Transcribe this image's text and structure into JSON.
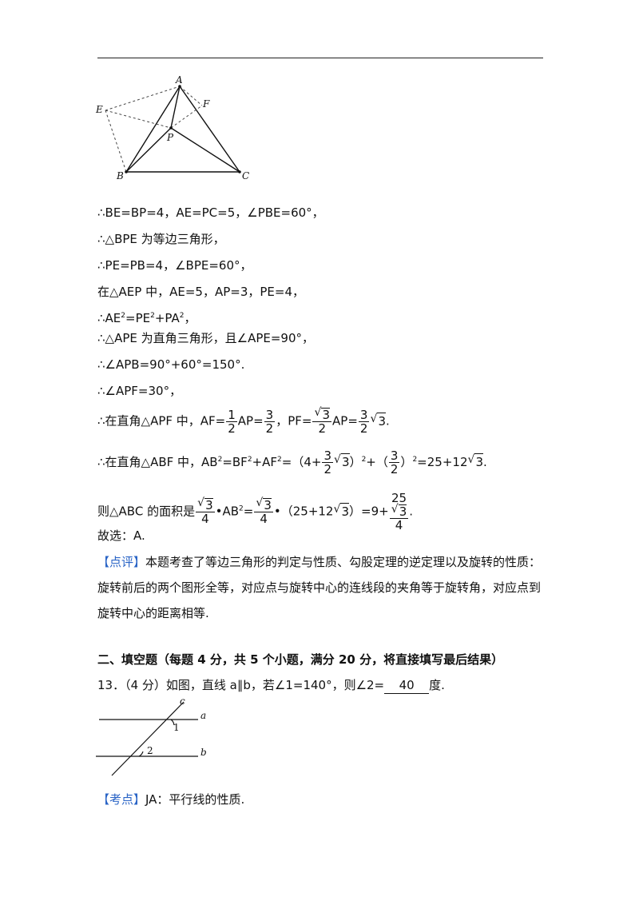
{
  "fig1": {
    "labels": {
      "A": "A",
      "E": "E",
      "F": "F",
      "P": "P",
      "B": "B",
      "C": "C"
    }
  },
  "lines": {
    "l1": "∴BE=BP=4，AE=PC=5，∠PBE=60°，",
    "l2": "∴△BPE 为等边三角形，",
    "l3": "∴PE=PB=4，∠BPE=60°，",
    "l4": "在△AEP 中，AE=5，AP=3，PE=4，",
    "l5a": "∴AE",
    "l5b": "=PE",
    "l5c": "+PA",
    "l5d": "，",
    "sup2": "2",
    "l6": "∴△APE 为直角三角形，且∠APE=90°，",
    "l7": "∴∠APB=90°+60°=150°.",
    "l8": "∴∠APF=30°，",
    "l9a": "∴在直角△APF 中，AF=",
    "l9b": "AP=",
    "l9c": "，PF=",
    "l9d": "AP=",
    "l9e": ".",
    "l10a": "∴在直角△ABF 中，AB",
    "l10b": "=BF",
    "l10c": "+AF",
    "l10d": "=（4+",
    "l10e": "）",
    "l10f": "+（",
    "l10g": "）",
    "l10h": "=25+12",
    "l10i": ".",
    "l11a": "则△ABC 的面积是",
    "l11b": "•AB",
    "l11c": "=",
    "l11d": "•（25+12",
    "l11e": "）=9+",
    "l11f": ".",
    "l12": "故选：A.",
    "one": "1",
    "two": "2",
    "three": "3",
    "four": "4",
    "twentyfive": "25"
  },
  "review": {
    "tag": "【点评】",
    "text": "本题考查了等边三角形的判定与性质、勾股定理的逆定理以及旋转的性质：旋转前后的两个图形全等，对应点与旋转中心的连线段的夹角等于旋转角，对应点到旋转中心的距离相等."
  },
  "section2": {
    "title": "二、填空题（每题 4 分，共 5 个小题，满分 20 分，将直接填写最后结果）"
  },
  "q13": {
    "prefix": "13．（4 分）如图，直线 a∥b，若∠1=140°，则∠2=",
    "answer": "40",
    "suffix": "度."
  },
  "fig2": {
    "labels": {
      "c": "c",
      "a": "a",
      "b": "b",
      "one": "1",
      "two": "2"
    }
  },
  "kaodian": {
    "tag": "【考点】",
    "text": "JA：平行线的性质."
  }
}
